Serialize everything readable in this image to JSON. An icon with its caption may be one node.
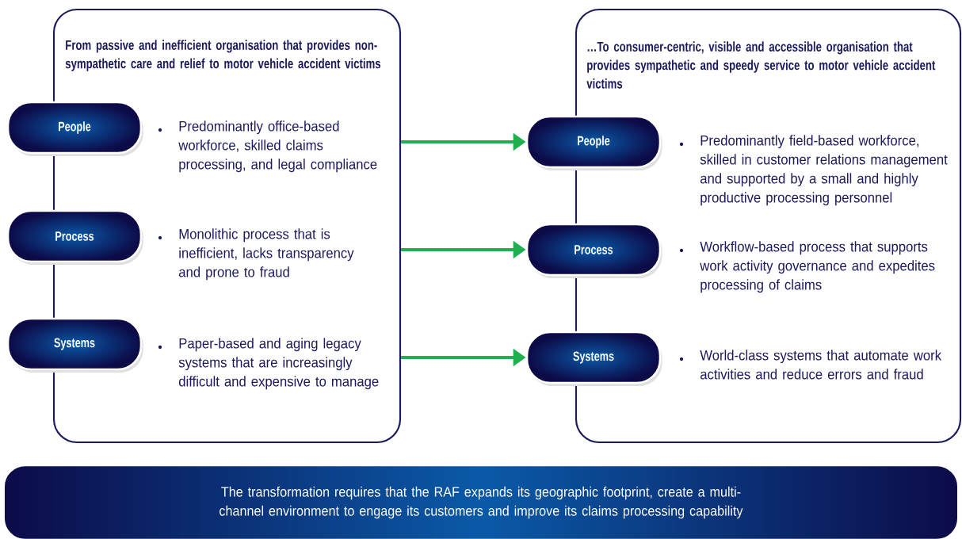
{
  "diagram": {
    "nodes": [
      {
        "text": [
          "From passive and inefficient organisation that provides non-sympathetic care and relief to motor vehicle accident victims",
          "Predominantly office-based workforce, skilled claims processing, and legal compliance",
          "Monolithic process that is inefficient, lacks transparency and prone to fraud",
          "Paper-based and aging legacy systems that are increasingly difficult and expensive to manage"
        ]
      },
      {
        "text": [
          "People"
        ]
      },
      {
        "text": [
          "Process"
        ]
      },
      {
        "text": [
          "Systems"
        ]
      },
      {
        "text": [
          "…To consumer-centric, visible and accessible organisation that provides sympathetic and speedy service to motor vehicle accident victims",
          "Predominantly field-based workforce, skilled in customer relations management and supported by a small and highly productive processing personnel",
          "Workflow-based process that supports work activity governance and expedites processing of claims",
          "World-class systems that automate work activities and reduce errors and fraud"
        ]
      },
      {
        "text": [
          "People"
        ]
      },
      {
        "text": [
          "Process"
        ]
      },
      {
        "text": [
          "Systems"
        ]
      },
      {
        "text": [
          "The transformation requires that the RAF expands its geographic footprint, create a multi-channel environment to engage its customers and improve its claims processing capability"
        ]
      }
    ],
    "edges": [
      {
        "from": 0,
        "to": 5,
        "arrow": "to",
        "color": "#1fb04f"
      },
      {
        "from": 0,
        "to": 6,
        "arrow": "to",
        "color": "#1fb04f"
      },
      {
        "from": 0,
        "to": 7,
        "arrow": "to",
        "color": "#1fb04f"
      }
    ]
  }
}
